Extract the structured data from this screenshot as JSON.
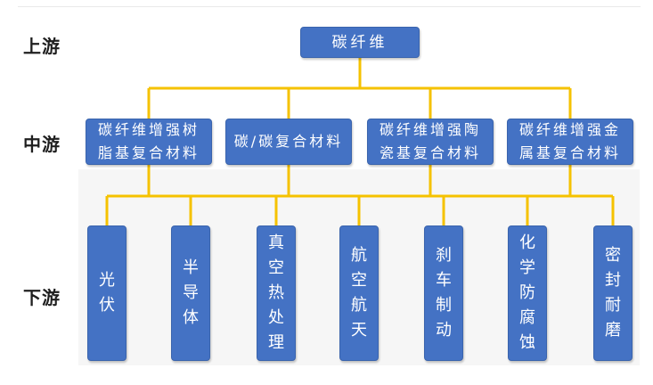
{
  "stages": {
    "upstream": "上游",
    "midstream": "中游",
    "downstream": "下游"
  },
  "root": "碳纤维",
  "midstream_items": [
    "碳纤维增强树脂基复合材料",
    "碳/碳复合材料",
    "碳纤维增强陶瓷基复合材料",
    "碳纤维增强金属基复合材料"
  ],
  "downstream_items": [
    "光伏",
    "半导体",
    "真空热处理",
    "航空航天",
    "刹车制动",
    "化学防腐蚀",
    "密封耐磨"
  ],
  "colors": {
    "box": "#4472c4",
    "connector": "#f5c200",
    "text_on_box": "#ffffff"
  }
}
